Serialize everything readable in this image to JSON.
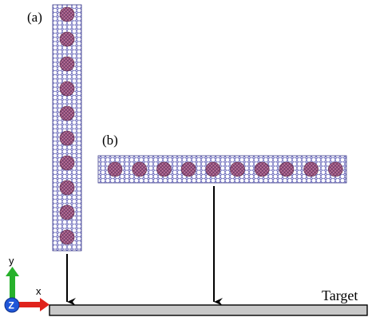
{
  "panel_a": {
    "label": "(a)"
  },
  "panel_b": {
    "label": "(b)"
  },
  "target": {
    "label": "Target"
  },
  "axes": {
    "x": "x",
    "y": "y",
    "z": "Z"
  },
  "colors": {
    "nanotube_lattice": "#5a5ab4",
    "nanotube_lattice_dark": "#3b3b8a",
    "encapsulated_molecule": "#9c4e78",
    "molecule_highlight": "#d59ab8",
    "target_fill": "#c8c8c8",
    "axis_x": "#e0231c",
    "axis_y": "#27b12b",
    "axis_z": "#1f56d8",
    "arrow": "#000000"
  }
}
